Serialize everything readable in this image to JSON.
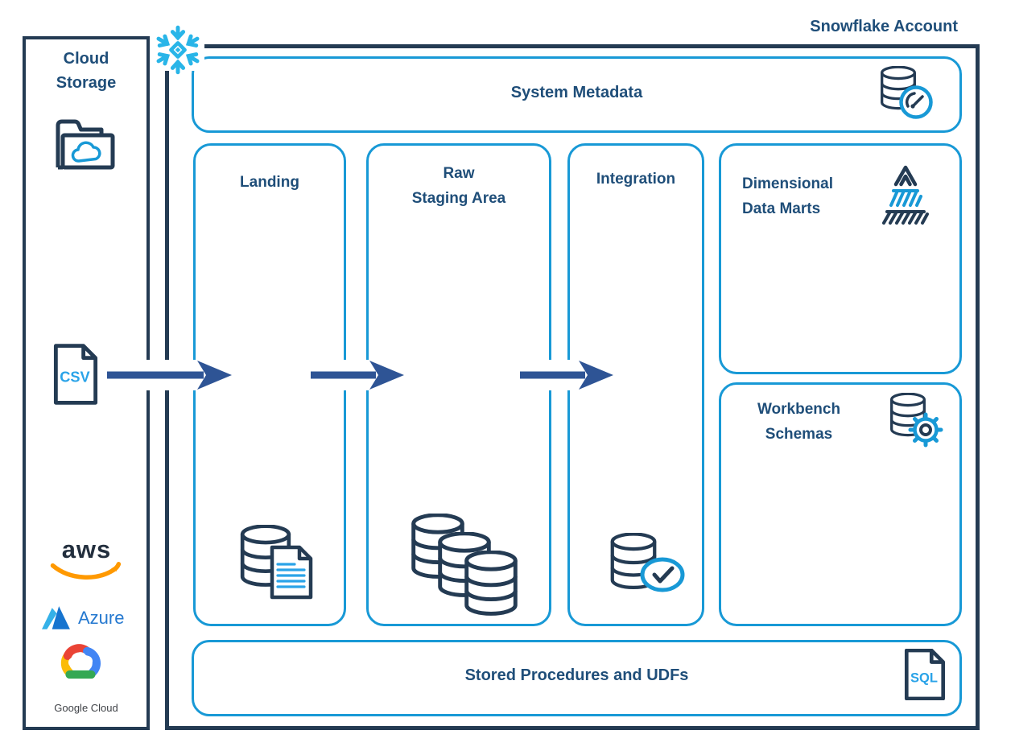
{
  "header": {
    "account_title": "Snowflake Account"
  },
  "cloud_storage": {
    "title": "Cloud Storage",
    "file_label": "CSV",
    "providers": [
      {
        "label": "aws"
      },
      {
        "label": "Azure"
      },
      {
        "label": "Google Cloud"
      }
    ]
  },
  "zones": {
    "system_metadata": {
      "label": "System Metadata"
    },
    "landing": {
      "label": "Landing"
    },
    "raw_staging": {
      "line1": "Raw",
      "line2": "Staging Area"
    },
    "integration": {
      "label": "Integration"
    },
    "dimensional": {
      "line1": "Dimensional",
      "line2": "Data Marts"
    },
    "workbench": {
      "line1": "Workbench",
      "line2": "Schemas"
    },
    "stored_procedures": {
      "label": "Stored Procedures and UDFs",
      "file_label": "SQL"
    }
  },
  "colors": {
    "accent_blue": "#1899d6",
    "dark_navy": "#243b53",
    "text_navy": "#1f4e79",
    "snowflake_cyan": "#29b5e8",
    "arrow_navy": "#2e5495",
    "aws_orange": "#ff9900",
    "azure_blue": "#2579d0",
    "google_red": "#ea4335",
    "google_blue": "#4285f4",
    "google_yellow": "#fbbc05",
    "google_green": "#34a853"
  },
  "icons": [
    "snowflake-logo",
    "folder-cloud-icon",
    "csv-file-icon",
    "aws-logo",
    "azure-logo",
    "google-cloud-logo",
    "database-gauge-icon",
    "database-document-icon",
    "database-stack-icon",
    "database-check-icon",
    "pyramid-layers-icon",
    "database-gear-icon",
    "sql-file-icon",
    "flow-arrow"
  ]
}
